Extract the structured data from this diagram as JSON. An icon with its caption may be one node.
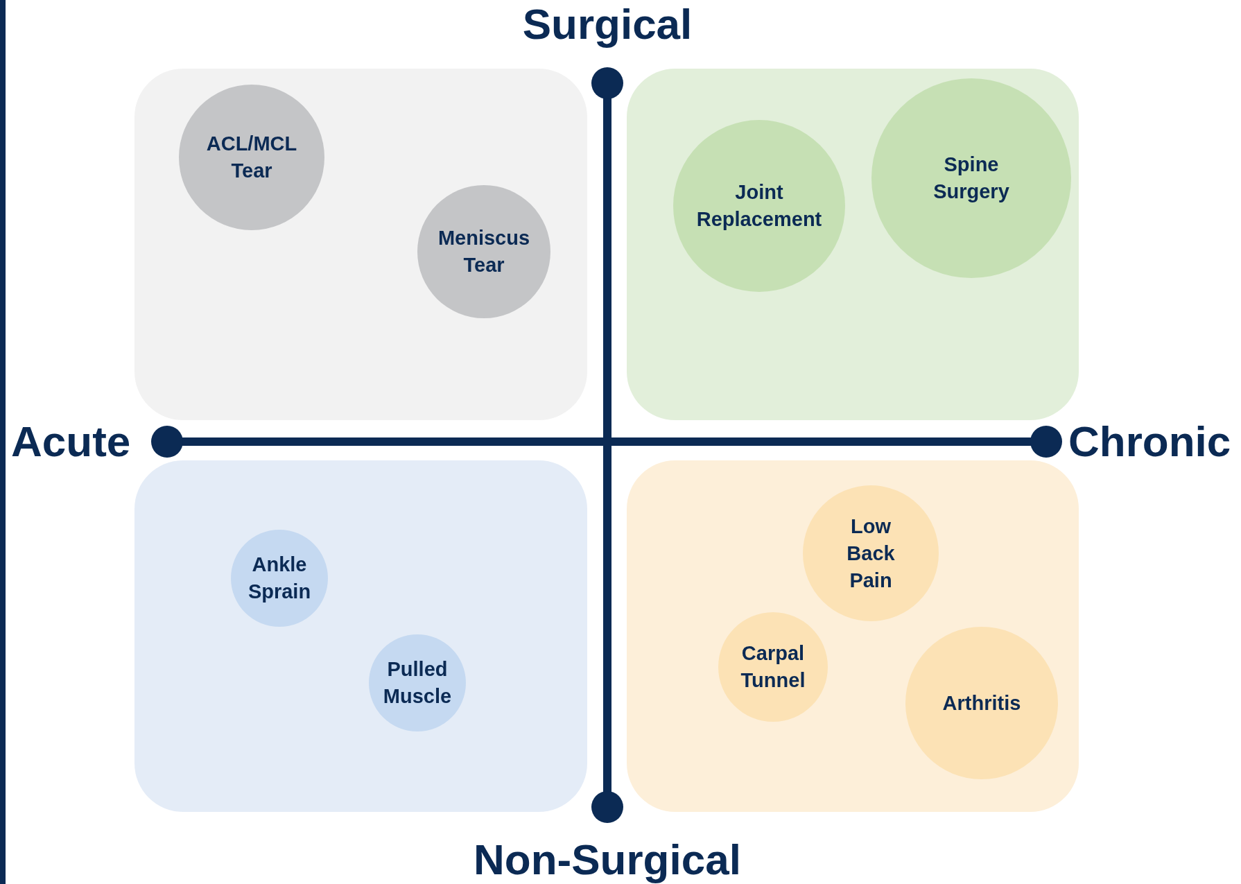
{
  "diagram": {
    "nodes": [
      {
        "text": [],
        "shape": "box"
      },
      {
        "text": [
          "ACL/MCL Tear"
        ],
        "in": 0
      },
      {
        "text": [
          "Meniscus Tear"
        ],
        "in": 0
      },
      {
        "text": [],
        "shape": "box"
      },
      {
        "text": [
          "Joint Replacement"
        ],
        "in": 3
      },
      {
        "text": [
          "Spine Surgery"
        ],
        "in": 3
      },
      {
        "text": [],
        "shape": "box"
      },
      {
        "text": [
          "Ankle Sprain"
        ],
        "in": 6
      },
      {
        "text": [
          "Pulled Muscle"
        ],
        "in": 6
      },
      {
        "text": [],
        "shape": "box"
      },
      {
        "text": [
          "Low Back Pain"
        ],
        "in": 9
      },
      {
        "text": [
          "Carpal Tunnel"
        ],
        "in": 9
      },
      {
        "text": [
          "Arthritis"
        ],
        "in": 9
      }
    ],
    "labels": [
      "Surgical",
      "Acute",
      "Chronic",
      "Non-Surgical"
    ]
  }
}
